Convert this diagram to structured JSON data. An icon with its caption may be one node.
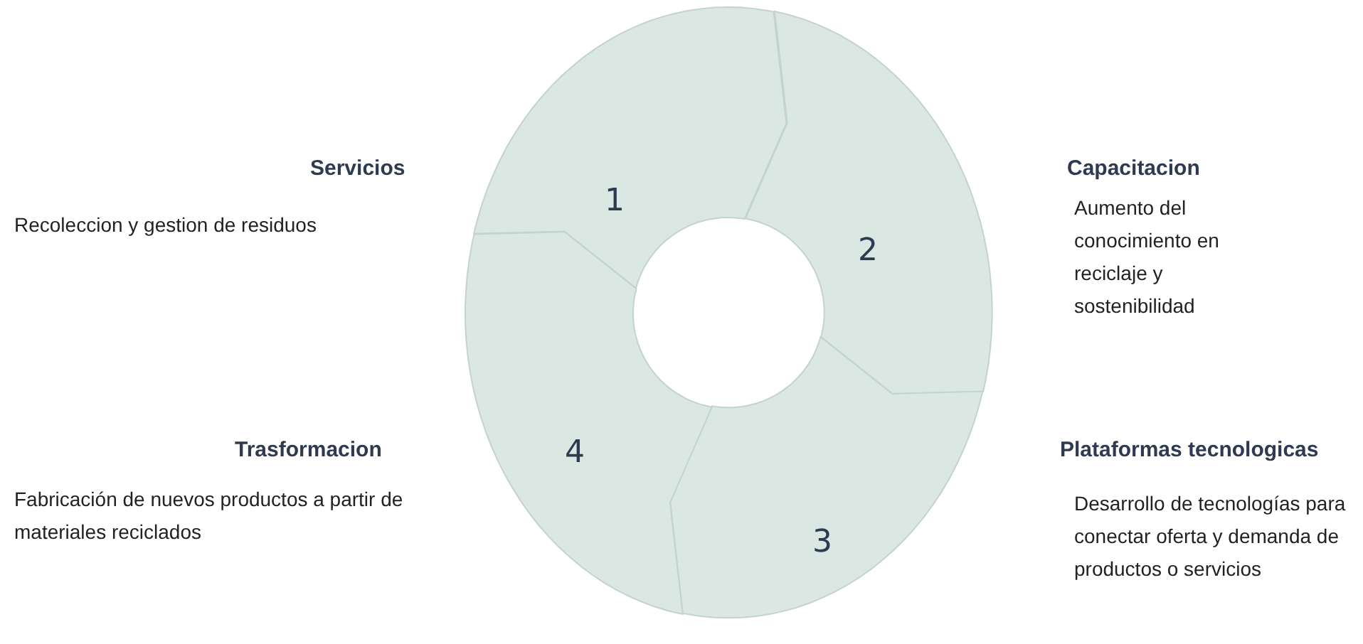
{
  "diagram": {
    "nodes": [
      {
        "text": [
          "1"
        ],
        "beside": [
          "Servicios",
          "Recoleccion y gestion de residuos"
        ]
      },
      {
        "text": [
          "2"
        ],
        "beside": [
          "Capacitacion",
          "Aumento del conocimiento en reciclaje y sostenibilidad"
        ]
      },
      {
        "text": [
          "3"
        ],
        "beside": [
          "Plataformas tecnologicas",
          "Desarrollo de tecnologías para conectar oferta y demanda de productos o servicios"
        ]
      },
      {
        "text": [
          "4"
        ],
        "beside": [
          "Trasformacion",
          "Fabricación de nuevos productos a partir de materiales reciclados"
        ]
      }
    ]
  }
}
